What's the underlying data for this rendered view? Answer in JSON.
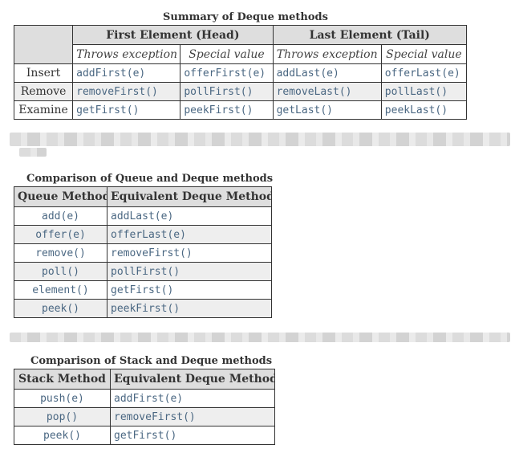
{
  "summary": {
    "caption": "Summary of Deque methods",
    "groups": [
      "First Element (Head)",
      "Last Element (Tail)"
    ],
    "subheads": [
      "Throws exception",
      "Special value",
      "Throws exception",
      "Special value"
    ],
    "rows": [
      {
        "op": "Insert",
        "cells": [
          "addFirst(e)",
          "offerFirst(e)",
          "addLast(e)",
          "offerLast(e)"
        ]
      },
      {
        "op": "Remove",
        "cells": [
          "removeFirst()",
          "pollFirst()",
          "removeLast()",
          "pollLast()"
        ]
      },
      {
        "op": "Examine",
        "cells": [
          "getFirst()",
          "peekFirst()",
          "getLast()",
          "peekLast()"
        ]
      }
    ]
  },
  "queue": {
    "caption": "Comparison of Queue and Deque methods",
    "headers": [
      "Queue Method",
      "Equivalent Deque Method"
    ],
    "rows": [
      [
        "add(e)",
        "addLast(e)"
      ],
      [
        "offer(e)",
        "offerLast(e)"
      ],
      [
        "remove()",
        "removeFirst()"
      ],
      [
        "poll()",
        "pollFirst()"
      ],
      [
        "element()",
        "getFirst()"
      ],
      [
        "peek()",
        "peekFirst()"
      ]
    ]
  },
  "stack": {
    "caption": "Comparison of Stack and Deque methods",
    "headers": [
      "Stack Method",
      "Equivalent Deque Method"
    ],
    "rows": [
      [
        "push(e)",
        "addFirst(e)"
      ],
      [
        "pop()",
        "removeFirst()"
      ],
      [
        "peek()",
        "getFirst()"
      ]
    ]
  }
}
